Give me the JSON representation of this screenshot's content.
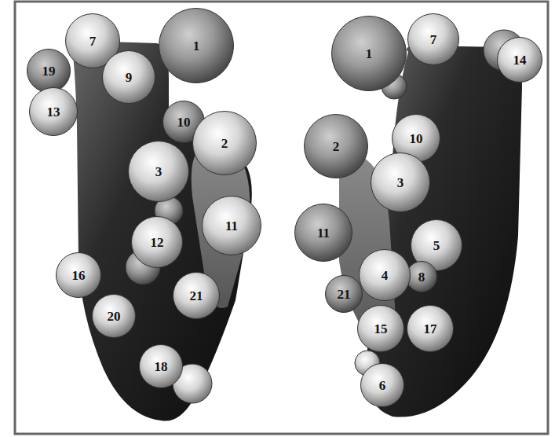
{
  "diagram": {
    "nodes": [
      {
        "text": [
          "19"
        ]
      },
      {
        "text": [
          "7"
        ]
      },
      {
        "text": [
          "9"
        ]
      },
      {
        "text": [
          "1"
        ]
      },
      {
        "text": [
          "13"
        ]
      },
      {
        "text": [
          "10"
        ]
      },
      {
        "text": [
          "2"
        ]
      },
      {
        "text": [
          "3"
        ]
      },
      {
        "text": [
          "12"
        ]
      },
      {
        "text": [
          "11"
        ]
      },
      {
        "text": [
          "16"
        ]
      },
      {
        "text": [
          "21"
        ]
      },
      {
        "text": [
          "20"
        ]
      },
      {
        "text": [
          "18"
        ]
      },
      {
        "text": [
          "1"
        ]
      },
      {
        "text": [
          "7"
        ]
      },
      {
        "text": [
          "14"
        ]
      },
      {
        "text": [
          "10"
        ]
      },
      {
        "text": [
          "2"
        ]
      },
      {
        "text": [
          "3"
        ]
      },
      {
        "text": [
          "11"
        ]
      },
      {
        "text": [
          "5"
        ]
      },
      {
        "text": [
          "8"
        ]
      },
      {
        "text": [
          "4"
        ]
      },
      {
        "text": [
          "21"
        ]
      },
      {
        "text": [
          "15"
        ]
      },
      {
        "text": [
          "17"
        ]
      },
      {
        "text": [
          "6"
        ]
      }
    ]
  }
}
